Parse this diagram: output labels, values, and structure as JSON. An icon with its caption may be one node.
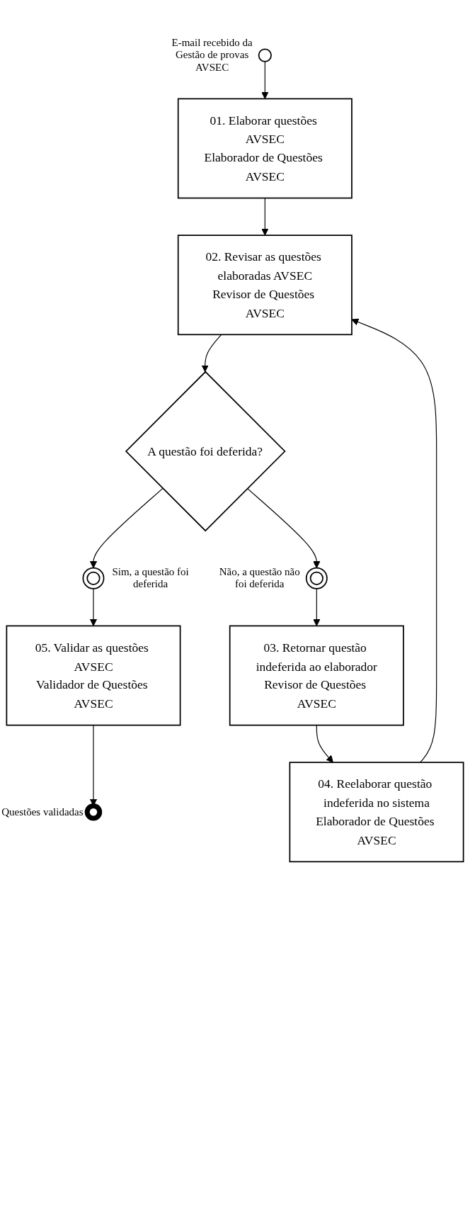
{
  "diagram": {
    "nodes": [
      {
        "text": [],
        "shape": "circle",
        "beside": [
          "E-mail recebido da Gestão de provas AVSEC"
        ]
      },
      {
        "text": [
          "01. Elaborar questões AVSEC",
          "Elaborador de Questões AVSEC"
        ]
      },
      {
        "text": [
          "02. Revisar as questões elaboradas AVSEC",
          "Revisor de Questões AVSEC"
        ]
      },
      {
        "text": [
          "A questão foi deferida?"
        ]
      },
      {
        "text": [],
        "shape": "circle",
        "beside": [
          "Sim, a questão foi deferida"
        ]
      },
      {
        "text": [],
        "shape": "circle",
        "beside": [
          "Não, a questão não foi deferida"
        ]
      },
      {
        "text": [
          "05. Validar as questões AVSEC",
          "Validador de Questões AVSEC"
        ]
      },
      {
        "text": [
          "03. Retornar questão indeferida ao elaborador",
          "Revisor de Questões AVSEC"
        ]
      },
      {
        "text": [
          "04. Reelaborar questão indeferida no sistema",
          "Elaborador de Questões AVSEC"
        ]
      },
      {
        "text": [],
        "shape": "circle",
        "beside": [
          "Questões validadas"
        ]
      }
    ],
    "edges": [
      {
        "from": 0,
        "to": 1,
        "arrow": "to"
      },
      {
        "from": 1,
        "to": 2,
        "arrow": "to"
      },
      {
        "from": 2,
        "to": 3,
        "arrow": "to"
      },
      {
        "from": 3,
        "to": 4,
        "arrow": "to"
      },
      {
        "from": 3,
        "to": 5,
        "arrow": "to"
      },
      {
        "from": 4,
        "to": 6,
        "arrow": "to"
      },
      {
        "from": 5,
        "to": 7,
        "arrow": "to"
      },
      {
        "from": 7,
        "to": 8,
        "arrow": "to"
      },
      {
        "from": 8,
        "to": 2,
        "arrow": "to"
      },
      {
        "from": 6,
        "to": 9,
        "arrow": "to"
      }
    ]
  }
}
